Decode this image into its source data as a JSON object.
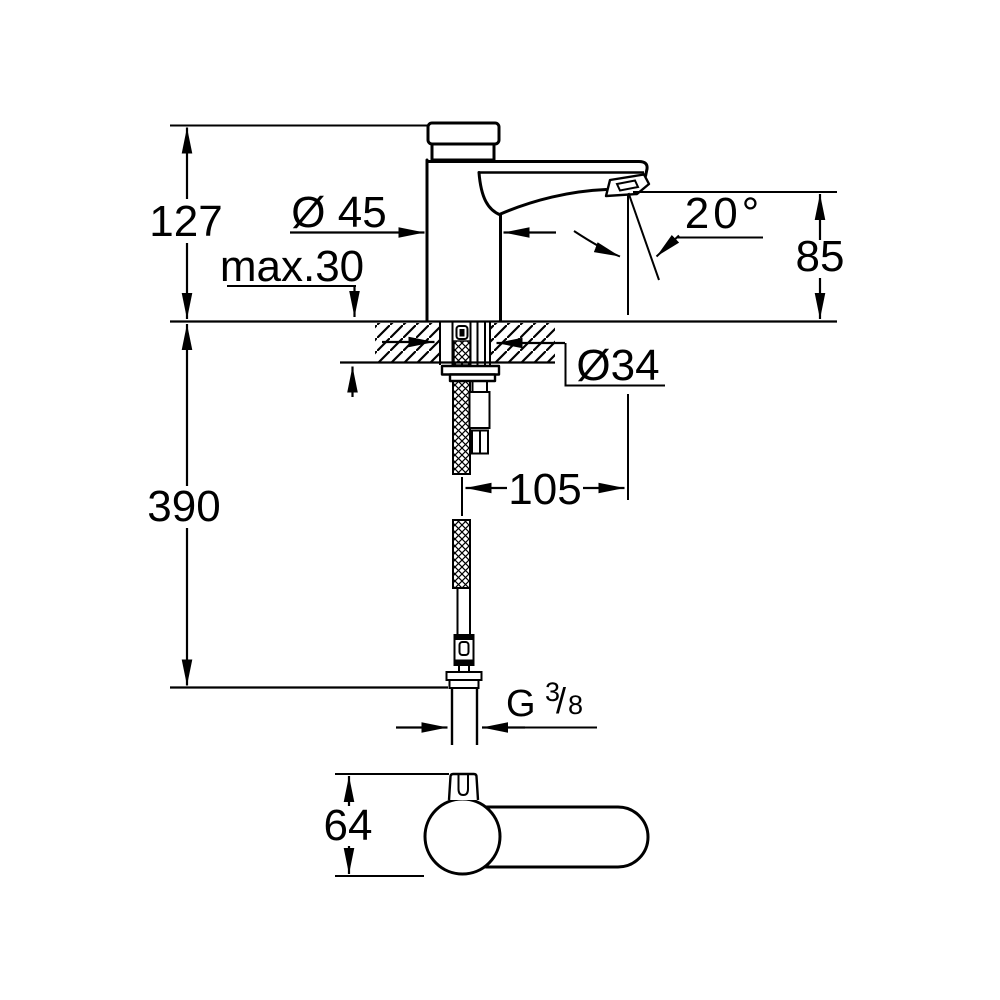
{
  "page": {
    "background": "#ffffff",
    "line_color": "#000000"
  },
  "drawing": {
    "kind": "technical dimension drawing",
    "views": [
      "front view with mounting cross-section",
      "top view"
    ]
  },
  "dimensions": {
    "height": "127",
    "counter_max_thickness": "max.30",
    "body_diameter": "Ø 45",
    "spout_angle": "20°",
    "outlet_height": "85",
    "hole_diameter": "Ø34",
    "supply_length": "390",
    "reach": "105",
    "top_width": "64",
    "thread": {
      "letter": "G",
      "numerator": "3",
      "slash": "/",
      "denominator": "8"
    }
  }
}
